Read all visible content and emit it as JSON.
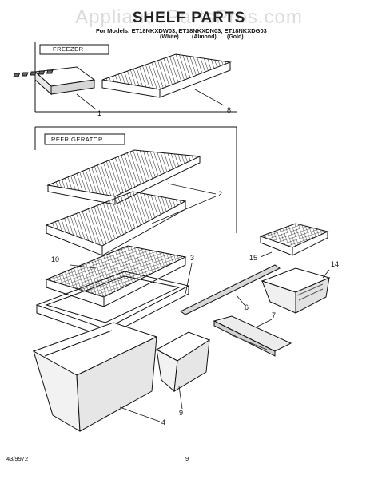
{
  "watermark": "AppliancePartsPros.com",
  "title": "SHELF PARTS",
  "models": "For Models: ET18NKXDW03, ET18NKXDN03, ET18NKXDG03",
  "variants": [
    "(White)",
    "(Almond)",
    "(Gold)"
  ],
  "sections": {
    "freezer": "FREEZER",
    "refrigerator": "REFRIGERATOR"
  },
  "callouts": [
    {
      "id": "1",
      "part": "ice-tray"
    },
    {
      "id": "8",
      "part": "freezer-wire-shelf"
    },
    {
      "id": "2",
      "part": "refrigerator-wire-shelves"
    },
    {
      "id": "10",
      "part": "crisper-cover-grille"
    },
    {
      "id": "3",
      "part": "crisper-cover-frame"
    },
    {
      "id": "15",
      "part": "meat-pan-cover"
    },
    {
      "id": "14",
      "part": "meat-pan"
    },
    {
      "id": "6",
      "part": "meat-pan-rail"
    },
    {
      "id": "7",
      "part": "meat-pan-slide"
    },
    {
      "id": "4",
      "part": "crisper-left"
    },
    {
      "id": "9",
      "part": "crisper-right"
    }
  ],
  "footer": {
    "doc_number": "43/9972",
    "page": "9"
  }
}
